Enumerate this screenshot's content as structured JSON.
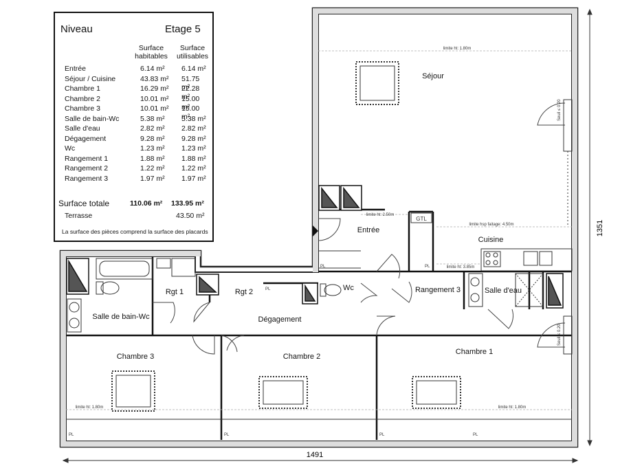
{
  "table": {
    "title": "Niveau",
    "level": "Etage 5",
    "col1": [
      "Surface",
      "habitables"
    ],
    "col2": [
      "Surface",
      "utilisables"
    ],
    "rows": [
      {
        "name": "Entrée",
        "hab": "6.14 m²",
        "util": "6.14 m²"
      },
      {
        "name": "Séjour / Cuisine",
        "hab": "43.83 m²",
        "util": "51.75 m²"
      },
      {
        "name": "Chambre 1",
        "hab": "16.29 m²",
        "util": "22.28 m²"
      },
      {
        "name": "Chambre 2",
        "hab": "10.01 m²",
        "util": "15.00 m²"
      },
      {
        "name": "Chambre 3",
        "hab": "10.01 m²",
        "util": "15.00 m²"
      },
      {
        "name": "Salle de bain-Wc",
        "hab": "5.38 m²",
        "util": "5.38 m²"
      },
      {
        "name": "Salle d'eau",
        "hab": "2.82 m²",
        "util": "2.82 m²"
      },
      {
        "name": "Dégagement",
        "hab": "9.28 m²",
        "util": "9.28 m²"
      },
      {
        "name": "Wc",
        "hab": "1.23 m²",
        "util": "1.23 m²"
      },
      {
        "name": "Rangement 1",
        "hab": "1.88 m²",
        "util": "1.88 m²"
      },
      {
        "name": "Rangement 2",
        "hab": "1.22 m²",
        "util": "1.22 m²"
      },
      {
        "name": "Rangement 3",
        "hab": "1.97 m²",
        "util": "1.97 m²"
      }
    ],
    "total_label": "Surface totale",
    "total_hab": "110.06 m²",
    "total_util": "133.95 m²",
    "terrace_label": "Terrasse",
    "terrace_value": "43.50 m²",
    "note": "La surface des pièces comprend la surface des placards"
  },
  "rooms": {
    "sejour": "Séjour",
    "entree": "Entrée",
    "cuisine": "Cuisine",
    "rgt1": "Rgt 1",
    "rgt2": "Rgt 2",
    "wc": "Wc",
    "rangement3": "Rangement 3",
    "salle_deau": "Salle d'eau",
    "sdb": "Salle de bain-Wc",
    "degagement": "Dégagement",
    "chambre1": "Chambre 1",
    "chambre2": "Chambre 2",
    "chambre3": "Chambre 3"
  },
  "annotations": {
    "gtl": "GTL",
    "pl": "PL",
    "seuil": "Seuil ≤ 0.20",
    "limite_180": "limite ht: 1.80m",
    "limite_250": "limite ht: 2.50m",
    "limite_385": "limite ht: 3.85m",
    "limite_faitage": "limite hsp faitage: 4.50m"
  },
  "dimensions": {
    "width": "1491",
    "height": "1351"
  }
}
